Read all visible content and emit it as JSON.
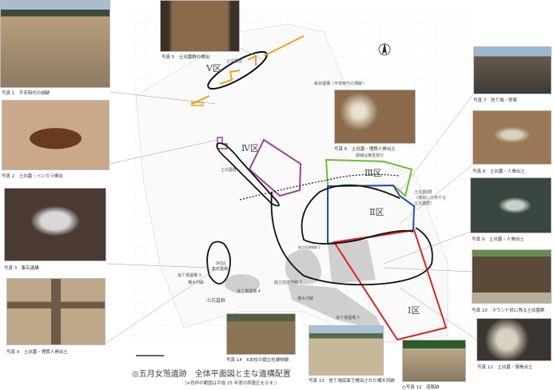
{
  "title": "◎五月女萢遺跡　全体平面図と主な遺構配置",
  "note": "（※色枠の範囲は平成 25 年度の調査区を示す。）",
  "photos": [
    {
      "caption": "写真 1　平安時代の畑跡"
    },
    {
      "caption": "写真 2　土坑墓・ベンガラ検出"
    },
    {
      "caption": "写真 3　集石遺構"
    },
    {
      "caption": "写真 4　土坑墓・埋葬人骨出土"
    },
    {
      "caption": "写真 5　土坑墓群の検出"
    },
    {
      "caption": "写真 6　土坑墓・埋葬人骨出土"
    },
    {
      "caption": "写真 7　捨て場・貝塚"
    },
    {
      "caption": "写真 8　土坑墓・人骨出土"
    },
    {
      "caption": "写真 9　土坑墓・人骨出土"
    },
    {
      "caption": "写真 10　マウンド状に残る土坑墓群"
    },
    {
      "caption": "写真 11　土坑墓・頭骨出土"
    },
    {
      "caption": "◎写真 12　道路跡"
    },
    {
      "caption": "写真 13　捨て場底面で検出された柵木列跡"
    },
    {
      "caption": "写真 14　6本柱の掘立柱建物跡"
    }
  ],
  "zones": {
    "z1": "Ⅰ区",
    "z2": "Ⅱ区",
    "z3": "Ⅲ区",
    "z4": "Ⅳ区",
    "z5": "Ⅴ区"
  },
  "labels": {
    "dokobo_v": "土坑墓群",
    "dokobo_iv": "土坑墓群",
    "unejo": "畝状遺構（平安時代の畑跡）",
    "hasen": "破線は推定部分",
    "dokobo2": "土坑墓Ⅱ群",
    "dokobo2_sub1": "（環状に分布する",
    "dokobo2_sub2": "土坑墓群）",
    "sk01": "SK01",
    "shuseki": "集石遺構",
    "sutebat3": "捨て場遺構 3",
    "sakugi1": "柵木列跡",
    "sutebat4": "捨て場遺構 4",
    "dokobo_sw": "土坑墓群",
    "hottate7": "掘立柱建物跡 7",
    "hottate1": "掘立柱建物跡 1",
    "sakugi2": "柵木列跡",
    "sutebat5": "捨て場遺構 5"
  },
  "colors": {
    "z1": "#e02020",
    "z2": "#2050b0",
    "z3": "#6cbf30",
    "z4": "#a040a0",
    "z5": "#f0a020"
  }
}
